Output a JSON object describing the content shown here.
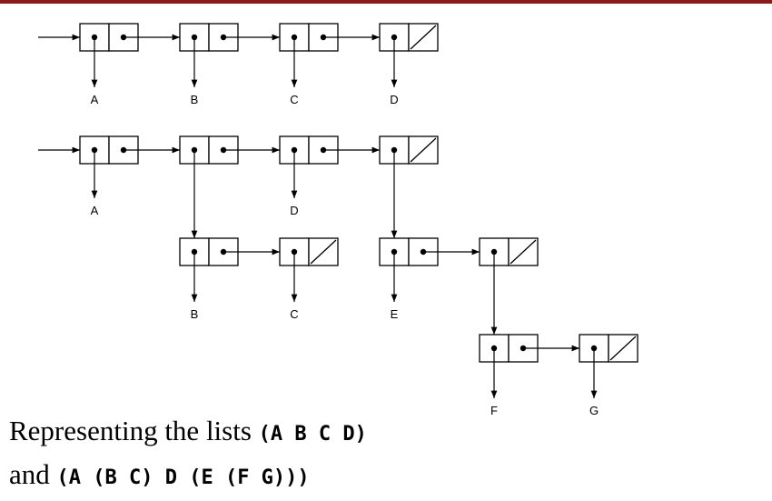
{
  "colors": {
    "top_bar": "#8b1a1a",
    "ink": "#000000"
  },
  "atoms": {
    "list1": [
      "A",
      "B",
      "C",
      "D"
    ],
    "list2_top": [
      "A",
      "D"
    ],
    "sublist_bc": [
      "B",
      "C"
    ],
    "sublist_e": [
      "E"
    ],
    "sublist_fg": [
      "F",
      "G"
    ]
  },
  "caption": {
    "line1_text": "Representing the lists ",
    "line1_code": "(A B C D)",
    "line2_text": "and ",
    "line2_code": "(A (B C) D (E (F G)))"
  }
}
